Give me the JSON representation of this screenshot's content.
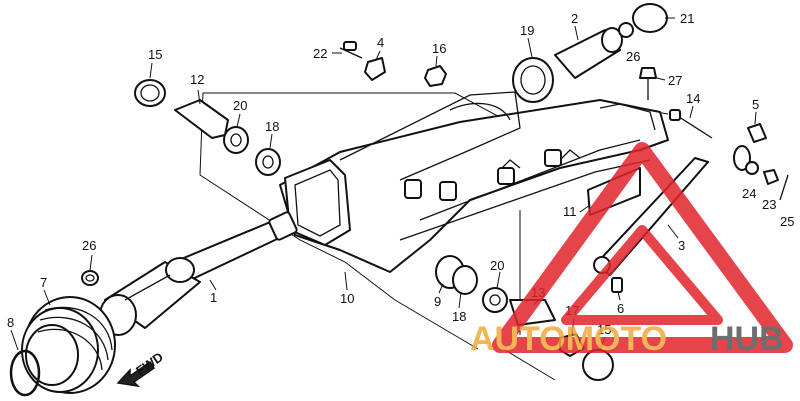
{
  "diagram": {
    "callouts": {
      "c1": "1",
      "c2": "2",
      "c3": "3",
      "c4": "4",
      "c5": "5",
      "c6": "6",
      "c7": "7",
      "c8": "8",
      "c9": "9",
      "c10": "10",
      "c11": "11",
      "c12": "12",
      "c13": "13",
      "c14": "14",
      "c15a": "15",
      "c15b": "15",
      "c16": "16",
      "c17": "17",
      "c18a": "18",
      "c18b": "18",
      "c19": "19",
      "c20a": "20",
      "c20b": "20",
      "c21": "21",
      "c22": "22",
      "c23": "23",
      "c24": "24",
      "c25": "25",
      "c26a": "26",
      "c26b": "26",
      "c27": "27"
    },
    "fwd_label": "FWD"
  },
  "watermark": {
    "word_a": "AUTOMOTO",
    "word_b": "HUB",
    "color_a": "#f2a93b",
    "color_b": "#555555",
    "triangle_color": "#e0242b"
  }
}
